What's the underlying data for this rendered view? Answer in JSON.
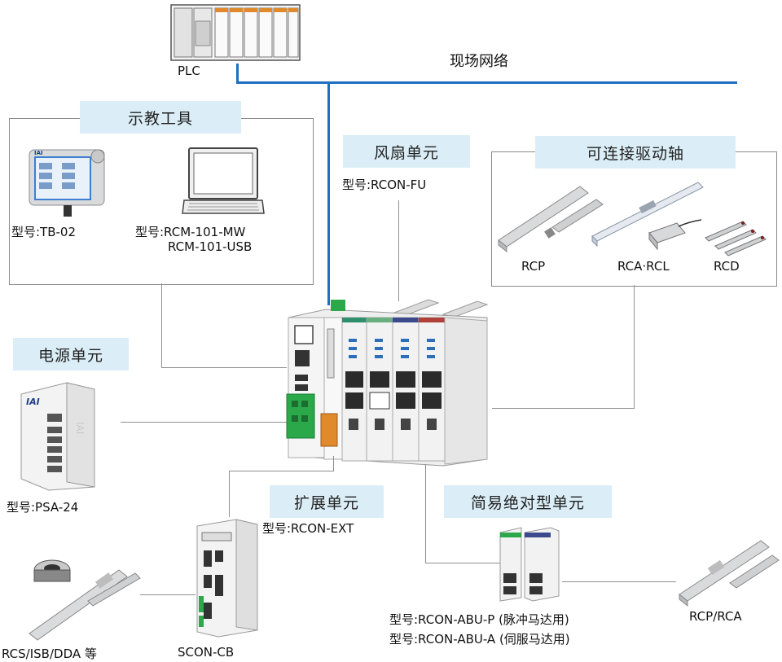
{
  "plc": {
    "label": "PLC"
  },
  "network": {
    "label": "现场网络",
    "color": "#1f6fc1"
  },
  "teaching": {
    "title": "示教工具",
    "pendant_model": "型号:TB-02",
    "pc_model_line1": "型号:RCM-101-MW",
    "pc_model_line2": "RCM-101-USB"
  },
  "fan": {
    "title": "风扇单元",
    "model": "型号:RCON-FU"
  },
  "actuators": {
    "title": "可连接驱动轴",
    "items": [
      "RCP",
      "RCA·RCL",
      "RCD"
    ]
  },
  "power": {
    "title": "电源单元",
    "model": "型号:PSA-24",
    "logo": "IAI"
  },
  "expansion": {
    "title": "扩展单元",
    "model": "型号:RCON-EXT"
  },
  "absolute": {
    "title": "简易绝对型单元",
    "model_p": "型号:RCON-ABU-P (脉冲马达用)",
    "model_a": "型号:RCON-ABU-A (伺服马达用)"
  },
  "bottom": {
    "rcs_label": "RCS/ISB/DDA 等",
    "scon_label": "SCON-CB",
    "rcp_rca_label": "RCP/RCA"
  },
  "colors": {
    "tag_bg": "#dbeef7",
    "wire": "#8f8f8f",
    "accent_green": "#2aa84a",
    "accent_orange": "#e08a2c"
  }
}
